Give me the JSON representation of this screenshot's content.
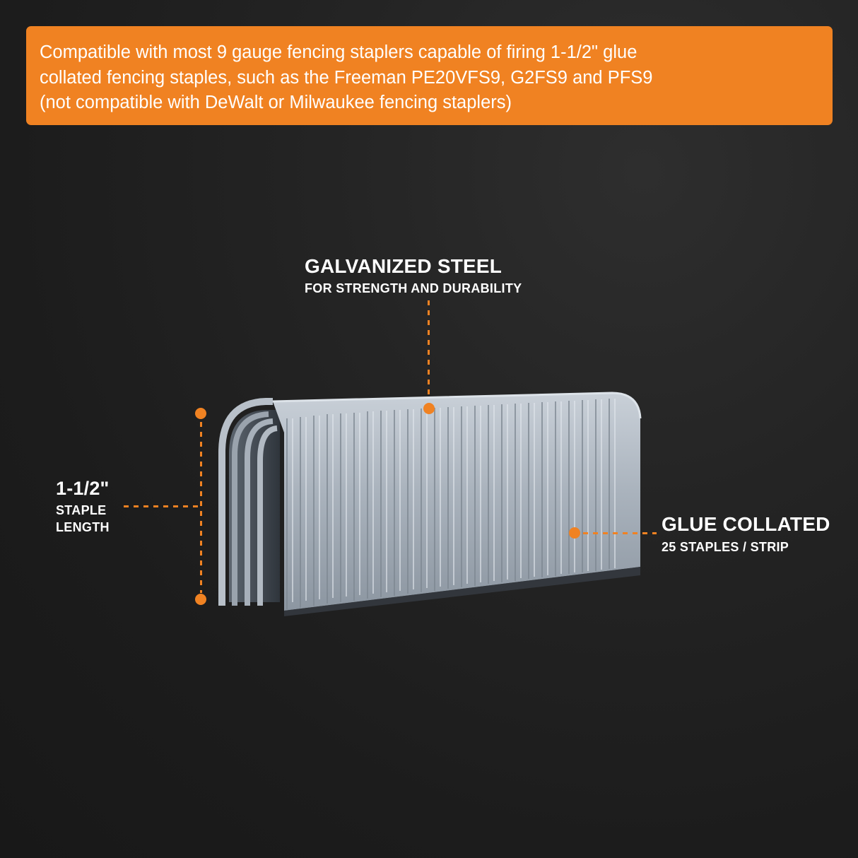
{
  "banner": {
    "lines": [
      "Compatible with most 9 gauge fencing staplers capable of firing 1-1/2\" glue",
      "collated fencing staples, such as the Freeman PE20VFS9, G2FS9 and PFS9",
      "(not compatible with DeWalt or Milwaukee fencing staplers)"
    ],
    "color": "#f08222"
  },
  "callouts": {
    "material": {
      "title": "GALVANIZED STEEL",
      "subtitle": "FOR STRENGTH AND DURABILITY"
    },
    "length": {
      "title": "1-1/2\"",
      "subtitle_line1": "STAPLE",
      "subtitle_line2": "LENGTH"
    },
    "collation": {
      "title": "GLUE COLLATED",
      "subtitle": "25 STAPLES / STRIP"
    }
  },
  "product": {
    "name": "galvanized-fencing-staple-strip",
    "staple_count": 25
  },
  "colors": {
    "accent": "#f08222",
    "background": "#1e1e1e",
    "text": "#ffffff"
  }
}
